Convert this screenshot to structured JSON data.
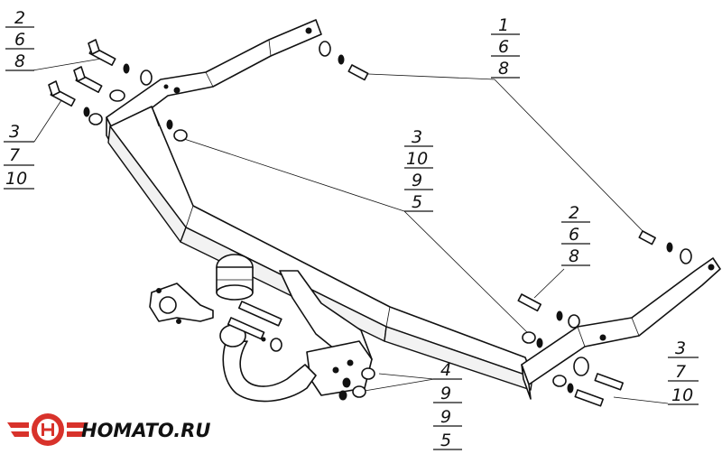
{
  "callouts": {
    "top_left": [
      "2",
      "6",
      "8"
    ],
    "top_right": [
      "1",
      "6",
      "8"
    ],
    "left_mid": [
      "3",
      "7",
      "10"
    ],
    "center": [
      "3",
      "10",
      "9",
      "5"
    ],
    "right_mid": [
      "2",
      "6",
      "8"
    ],
    "right_bottom": [
      "3",
      "7",
      "10"
    ],
    "bottom_center": [
      "4",
      "9",
      "9",
      "5"
    ]
  },
  "logo": {
    "text": "HOMATO.RU",
    "color": "#d8322b"
  }
}
